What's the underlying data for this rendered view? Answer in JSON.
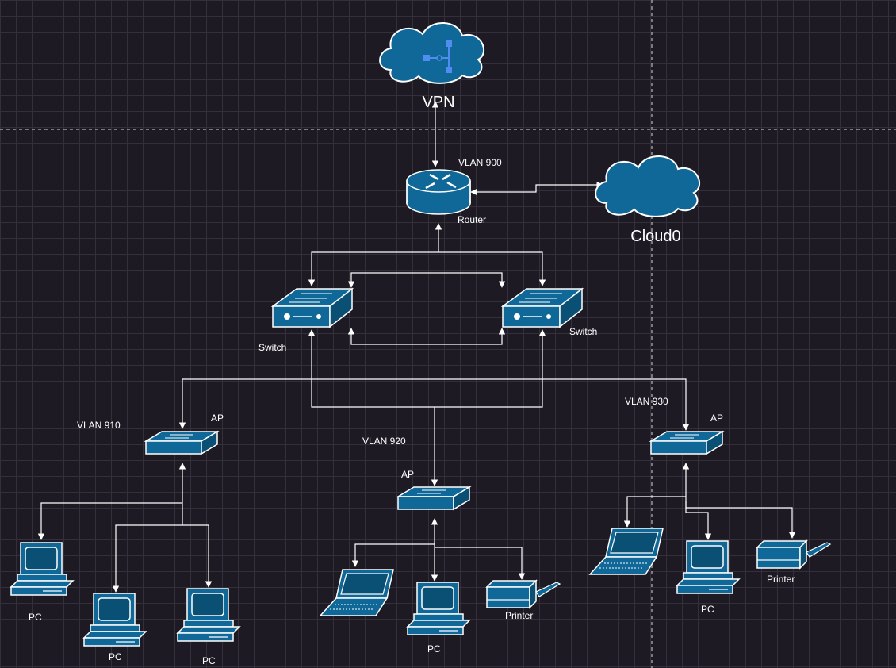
{
  "cloud_vpn": {
    "label": "VPN",
    "icon": "vpn-network-icon"
  },
  "cloud0": {
    "label": "Cloud0"
  },
  "router": {
    "label": "Router",
    "vlan": "VLAN 900"
  },
  "switches": {
    "left_label": "Switch",
    "right_label": "Switch"
  },
  "aps": {
    "left": {
      "label": "AP",
      "vlan": "VLAN 910"
    },
    "middle": {
      "label": "AP",
      "vlan": "VLAN 920"
    },
    "right": {
      "label": "AP",
      "vlan": "VLAN 930"
    }
  },
  "endpoints": {
    "left_pc1": "PC",
    "left_pc2": "PC",
    "left_pc3": "PC",
    "mid_pc": "PC",
    "mid_printer": "Printer",
    "right_pc": "PC",
    "right_printer": "Printer"
  },
  "colors": {
    "device_fill": "#0f6897",
    "background": "#1e1a24",
    "line": "#ffffff"
  }
}
